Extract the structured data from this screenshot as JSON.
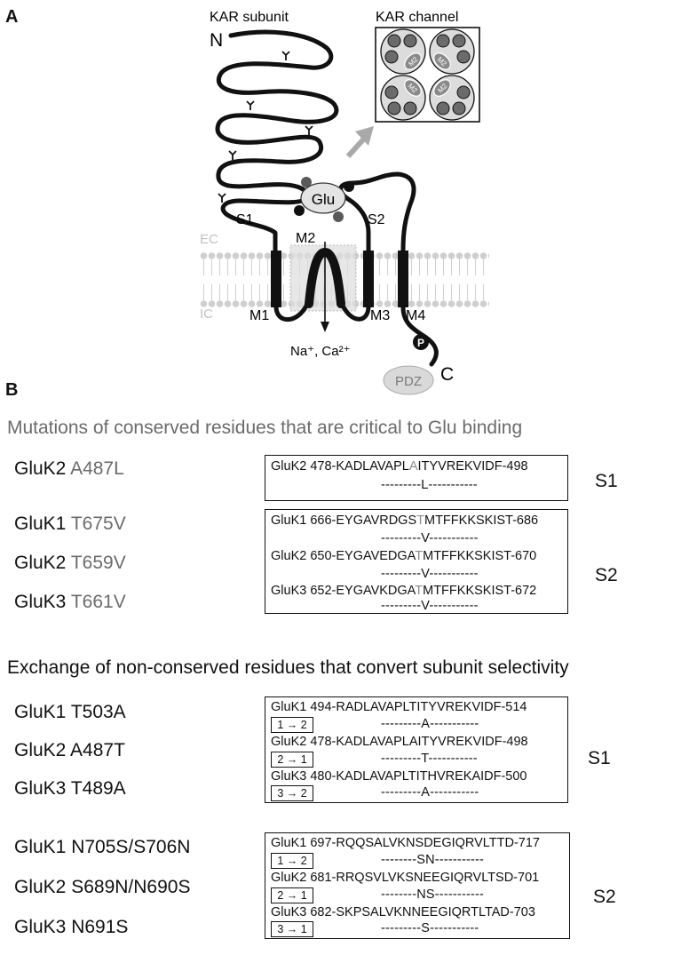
{
  "panel_a": {
    "letter": "A",
    "subunit_title": "KAR subunit",
    "channel_title": "KAR channel",
    "n_terminus": "N",
    "c_terminus": "C",
    "glu": "Glu",
    "s1": "S1",
    "s2": "S2",
    "m1": "M1",
    "m2": "M2",
    "m3": "M3",
    "m4": "M4",
    "ec": "EC",
    "ic": "IC",
    "phospho": "P",
    "pdz": "PDZ",
    "ions": "Na⁺, Ca²⁺",
    "channel_labels": [
      "M2",
      "M2",
      "M2",
      "M2"
    ]
  },
  "panel_b": {
    "letter": "B",
    "section1_heading": "Mutations of conserved residues that are critical to Glu binding",
    "section1": [
      {
        "gene": "GluK2",
        "mutation": "A487L"
      },
      {
        "gene": "GluK1",
        "mutation": "T675V"
      },
      {
        "gene": "GluK2",
        "mutation": "T659V"
      },
      {
        "gene": "GluK3",
        "mutation": "T661V"
      }
    ],
    "box1": {
      "region": "S1",
      "rows": [
        {
          "pre": "GluK2 478-KADLAVAPL",
          "hl": "A",
          "post": "ITYVREKVIDF-498",
          "mut": "---------L-----------"
        }
      ]
    },
    "box2": {
      "region": "S2",
      "rows": [
        {
          "pre": "GluK1 666-EYGAVRDGS",
          "hl": "T",
          "post": "MTFFKKSKIST-686",
          "mut": "---------V-----------"
        },
        {
          "pre": "GluK2 650-EYGAVEDGA",
          "hl": "T",
          "post": "MTFFKKSKIST-670",
          "mut": "---------V-----------"
        },
        {
          "pre": "GluK3 652-EYGAVKDGA",
          "hl": "T",
          "post": "MTFFKKSKIST-672",
          "mut": "---------V-----------"
        }
      ]
    },
    "section2_heading": "Exchange of non-conserved residues that convert subunit selectivity",
    "section2": [
      {
        "label": "GluK1 T503A"
      },
      {
        "label": "GluK2 A487T"
      },
      {
        "label": "GluK3 T489A"
      },
      {
        "label": "GluK1 N705S/S706N"
      },
      {
        "label": "GluK2 S689N/N690S"
      },
      {
        "label": "GluK3 N691S"
      }
    ],
    "box3": {
      "region": "S1",
      "rows": [
        {
          "seq": "GluK1 494-RADLAVAPLTITYVREKVIDF-514",
          "conv": "1 → 2",
          "mut": "---------A-----------"
        },
        {
          "seq": "GluK2 478-KADLAVAPLAITYVREKVIDF-498",
          "conv": "2 → 1",
          "mut": "---------T-----------"
        },
        {
          "seq": "GluK3 480-KADLAVAPLTITHVREKAIDF-500",
          "conv": "3 → 2",
          "mut": "---------A-----------"
        }
      ]
    },
    "box4": {
      "region": "S2",
      "rows": [
        {
          "seq": "GluK1 697-RQQSALVKNSDEGIQRVLTTD-717",
          "conv": "1 → 2",
          "mut": "--------SN-----------"
        },
        {
          "seq": "GluK2 681-RRQSVLVKSNEEGIQRVLTSD-701",
          "conv": "2 → 1",
          "mut": "--------NS-----------"
        },
        {
          "seq": "GluK3 682-SKPSALVKNNEEGIQRTLTAD-703",
          "conv": "3 → 1",
          "mut": "---------S-----------"
        }
      ]
    }
  },
  "colors": {
    "membrane": "#cfcfcf",
    "pore_gray": "#6b6b6b",
    "highlight_text": "#8a8a8a",
    "glu_fill": "#e4e4e4",
    "pdz_fill": "#d9d9d9",
    "arrow_gray": "#a9a9a9"
  }
}
